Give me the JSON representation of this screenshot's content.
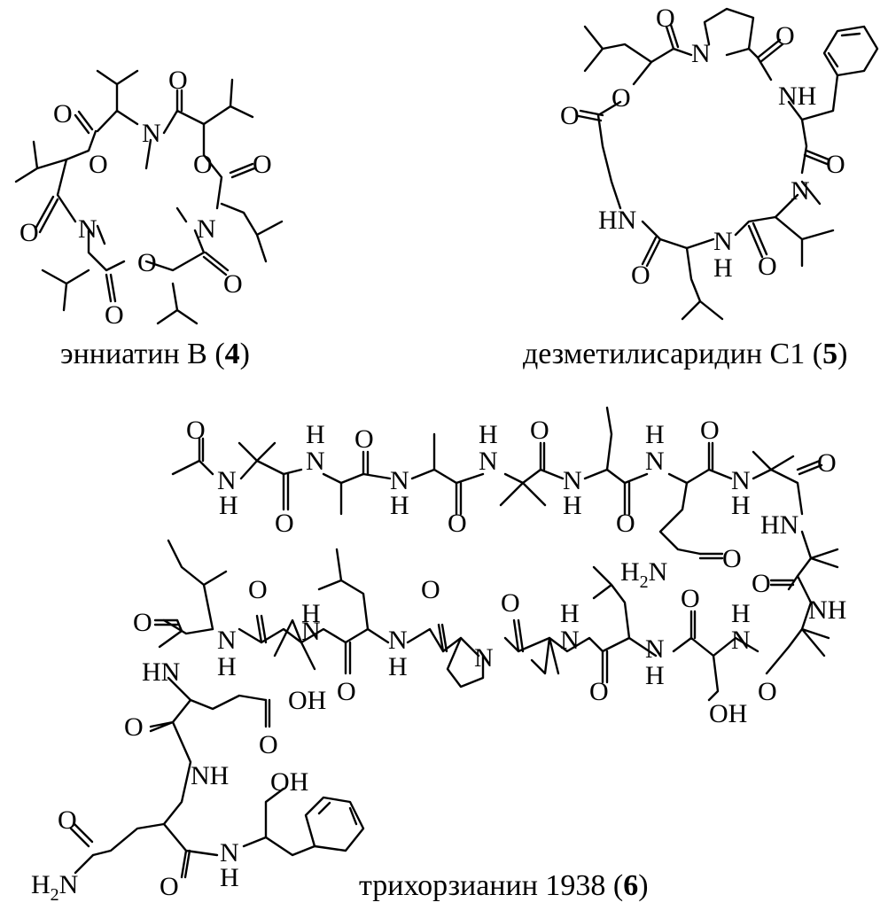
{
  "compounds": [
    {
      "name": "энниатин B",
      "number": "4"
    },
    {
      "name": "дезметилисаридин C1",
      "number": "5"
    },
    {
      "name": "трихорзианин 1938",
      "number": "6"
    }
  ],
  "atoms": {
    "o": "O",
    "n": "N",
    "nh": "NH",
    "hn": "HN",
    "h": "H",
    "oh": "OH",
    "h2": "H",
    "sub2": "2"
  }
}
